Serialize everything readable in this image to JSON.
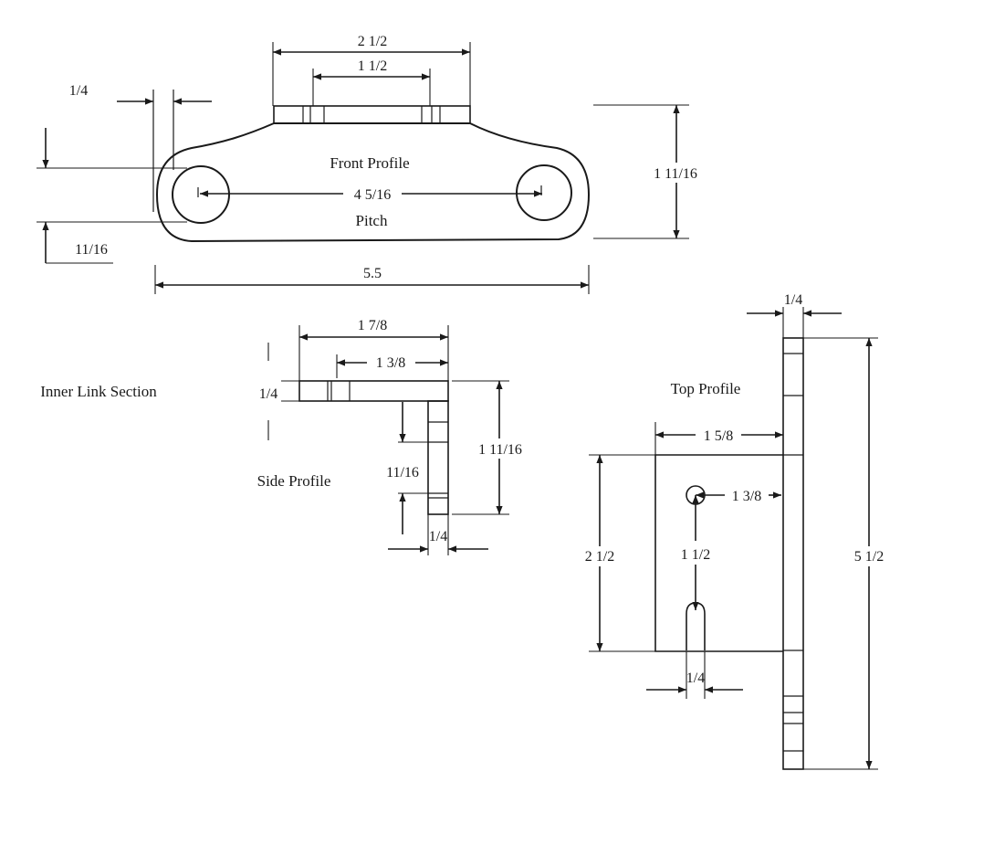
{
  "front_profile": {
    "title": "Front Profile",
    "pitch_label": "Pitch",
    "dims": {
      "top_outer": "2 1/2",
      "top_inner": "1 1/2",
      "left_width": "1/4",
      "hole_left": "11/16",
      "pitch": "4 5/16",
      "height": "1 11/16",
      "overall_length": "5.5"
    }
  },
  "inner_link_section": {
    "title": "Inner Link Section"
  },
  "side_profile": {
    "title": "Side Profile",
    "dims": {
      "top_outer": "1 7/8",
      "top_inner": "1 3/8",
      "thickness": "1/4",
      "height": "1 11/16",
      "segment": "11/16",
      "bottom_width": "1/4"
    }
  },
  "top_profile": {
    "title": "Top Profile",
    "dims": {
      "top_width": "1/4",
      "depth": "1 5/8",
      "hole_offset": "1 3/8",
      "hole_spacing": "1 1/2",
      "plate_height": "2 1/2",
      "overall_height": "5 1/2",
      "hole_width": "1/4"
    }
  }
}
